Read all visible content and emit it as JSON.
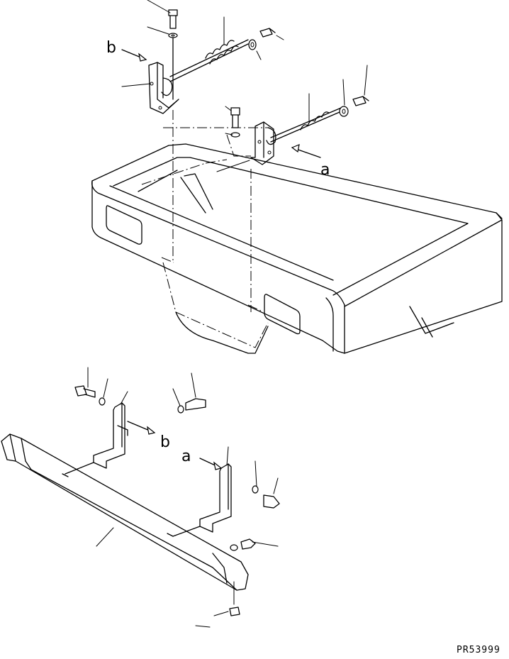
{
  "diagram": {
    "labels": {
      "arrow_b_top": "b",
      "arrow_a_top": "a",
      "arrow_b_bottom": "b",
      "arrow_a_bottom": "a"
    },
    "drawing_code": "PR53999",
    "colors": {
      "line": "#000000",
      "background": "#ffffff"
    }
  }
}
